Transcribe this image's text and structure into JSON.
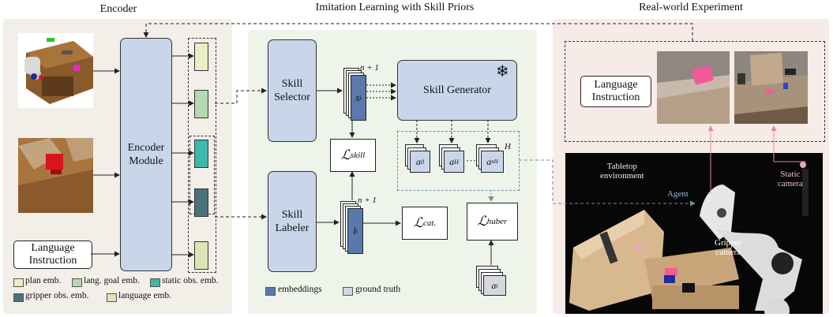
{
  "titles": {
    "encoder": "Encoder",
    "imitation": "Imitation Learning with Skill Priors",
    "real_world": "Real-world Experiment"
  },
  "encoder": {
    "module_line1": "Encoder",
    "module_line2": "Module",
    "language_line1": "Language",
    "language_line2": "Instruction"
  },
  "legend_encoder": [
    {
      "label": "plan emb.",
      "color": "#e9efc2"
    },
    {
      "label": "lang. goal emb.",
      "color": "#b5d9b0"
    },
    {
      "label": "static obs. emb.",
      "color": "#3db8ad"
    },
    {
      "label": "gripper obs. emb.",
      "color": "#4a7379"
    },
    {
      "label": "language emb.",
      "color": "#dbe6b6"
    }
  ],
  "imitation": {
    "selector_line1": "Skill",
    "selector_line2": "Selector",
    "labeler_line1": "Skill",
    "labeler_line2": "Labeler",
    "generator": "Skill Generator",
    "snowflake": "❄",
    "s_label": "s",
    "s_sub": "i",
    "l_label": "l",
    "l_sub": "i",
    "n_plus_1_top": "n + 1",
    "n_plus_1_bottom": "n + 1",
    "H_label": "H",
    "a0": "a",
    "a0_sub": "0",
    "aH": "a",
    "aH_sub": "H",
    "anH": "a",
    "anH_sub": "nH",
    "at": "a",
    "at_sub": "t",
    "dots": "···",
    "L_skill": "skill",
    "L_cat": "cat.",
    "L_huber": "huber",
    "L_symbol": "ℒ",
    "legend": [
      {
        "label": "embeddings",
        "color": "#5b78ad"
      },
      {
        "label": "ground truth",
        "color": "#d6d8e0"
      }
    ]
  },
  "real_world": {
    "language_line1": "Language",
    "language_line2": "Instruction",
    "tabletop_line1": "Tabletop",
    "tabletop_line2": "environment",
    "agent": "Agent",
    "static_line1": "Static",
    "static_line2": "camera",
    "gripper_line1": "Gripper",
    "gripper_line2": "camera"
  }
}
